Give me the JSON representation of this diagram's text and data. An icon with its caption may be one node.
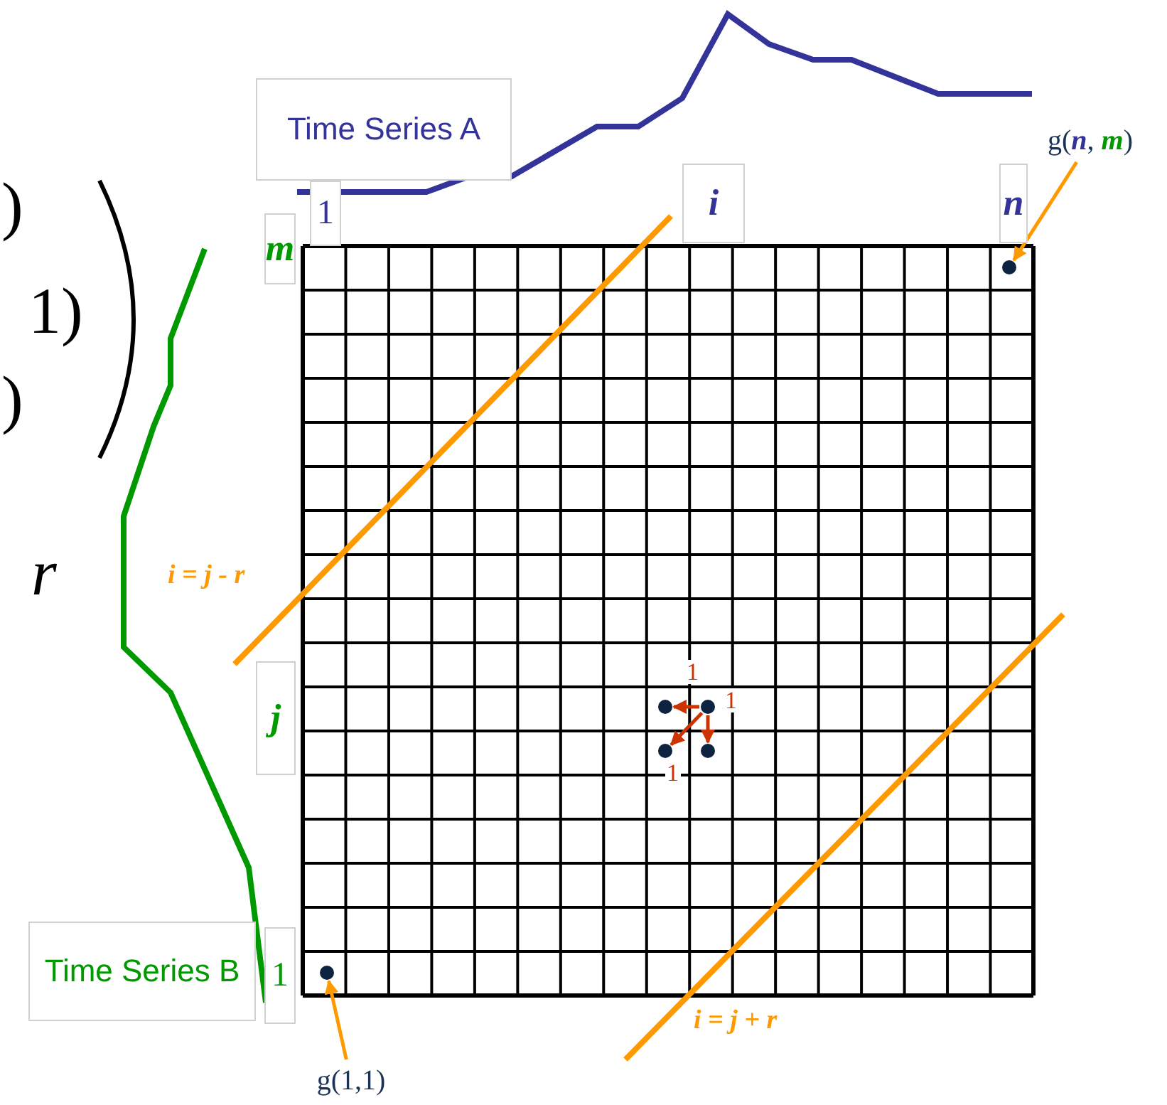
{
  "diagram": {
    "nodes": [
      {
        "text": [
          "Time Series A"
        ]
      },
      {
        "text": [
          "Time Series B"
        ]
      },
      {
        "text": [
          "1"
        ]
      },
      {
        "text": [
          "i"
        ]
      },
      {
        "text": [
          "n"
        ]
      },
      {
        "text": [
          "m"
        ]
      },
      {
        "text": [
          "j"
        ]
      },
      {
        "text": [
          "1"
        ]
      },
      {
        "text": [
          "g(**n**, **m**)"
        ]
      },
      {
        "text": [],
        "shape": "circle"
      },
      {
        "text": [
          "g(1,1)"
        ]
      },
      {
        "text": [],
        "shape": "circle"
      },
      {
        "text": [],
        "shape": "circle"
      },
      {
        "text": [],
        "shape": "circle"
      },
      {
        "text": [],
        "shape": "circle"
      },
      {
        "text": [],
        "shape": "circle"
      }
    ],
    "edges": [
      {
        "from": 8,
        "to": 9,
        "arrow": "to",
        "color": "#ff9900"
      },
      {
        "from": 10,
        "to": 11,
        "arrow": "to",
        "color": "#ff9900"
      },
      {
        "from": 13,
        "to": 12,
        "arrow": "to",
        "label": "1",
        "color": "#cc3300"
      },
      {
        "from": 13,
        "to": 15,
        "arrow": "to",
        "label": "1",
        "color": "#cc3300"
      },
      {
        "from": 13,
        "to": 14,
        "arrow": "to",
        "label": "1",
        "color": "#cc3300"
      }
    ],
    "labels": [
      ")",
      "1)",
      ")",
      "r",
      "i = j - r",
      "i = j + r"
    ]
  }
}
